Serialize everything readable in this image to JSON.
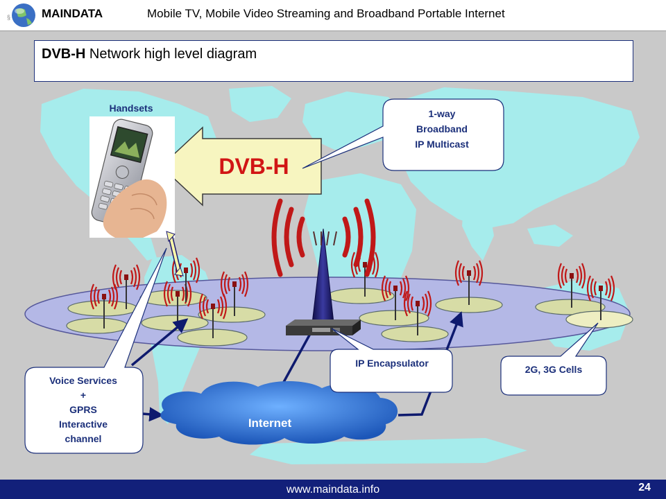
{
  "header": {
    "brand": "MAINDATA",
    "subtitle": "Mobile TV, Mobile Video Streaming and Broadband Portable Internet"
  },
  "title": {
    "bold": "DVB-H",
    "rest": " Network high level diagram"
  },
  "diagram": {
    "handsets_label": "Handsets",
    "dvbh_label": "DVB-H",
    "callout_broadband": [
      "1-way",
      "Broadband",
      "IP Multicast"
    ],
    "callout_encapsulator": "IP Encapsulator",
    "callout_cells": "2G, 3G Cells",
    "callout_voice": [
      "Voice Services",
      "+",
      "GPRS",
      "Interactive",
      "channel"
    ],
    "internet_label": "Internet"
  },
  "footer": {
    "url": "www.maindata.info",
    "page": "24"
  },
  "colors": {
    "footer_bar": "#12207a",
    "map_land": "#a6ecec",
    "dvbh_text": "#d11515",
    "radio_waves": "#c01818",
    "arrow_fill": "#f7f5c0",
    "network_ellipse": "#b4b8e6",
    "tower": "#1b1870",
    "cloud": "#3278d8"
  }
}
